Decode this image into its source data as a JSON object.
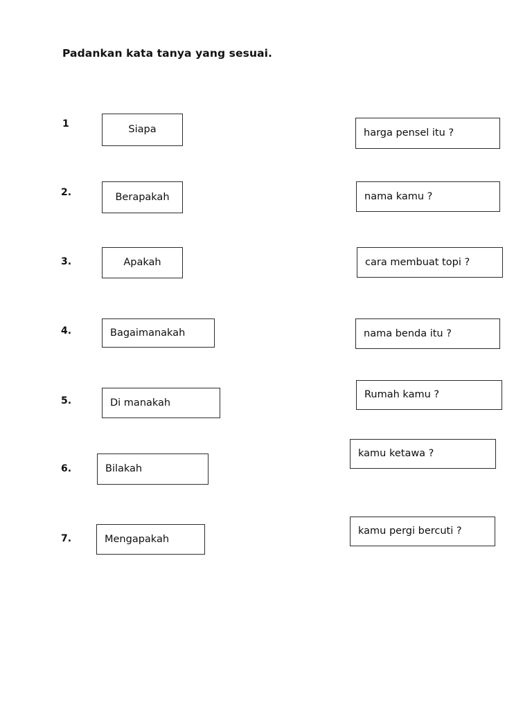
{
  "worksheet": {
    "instruction": "Padankan kata tanya yang sesuai.",
    "left_column": [
      {
        "number": "1",
        "text": "Siapa"
      },
      {
        "number": "2.",
        "text": "Berapakah"
      },
      {
        "number": "3.",
        "text": "Apakah"
      },
      {
        "number": "4.",
        "text": "Bagaimanakah"
      },
      {
        "number": "5.",
        "text": "Di manakah"
      },
      {
        "number": "6.",
        "text": "Bilakah"
      },
      {
        "number": "7.",
        "text": "Mengapakah"
      }
    ],
    "right_column": [
      {
        "text": "harga pensel itu ?"
      },
      {
        "text": "nama kamu ?"
      },
      {
        "text": "cara membuat topi ?"
      },
      {
        "text": "nama benda itu ?"
      },
      {
        "text": "Rumah kamu ?"
      },
      {
        "text": "kamu ketawa ?"
      },
      {
        "text": "kamu pergi bercuti ?"
      }
    ]
  },
  "colors": {
    "page_background": "#ffffff",
    "text": "#0d0d0d",
    "box_border": "#2b2b2b"
  }
}
